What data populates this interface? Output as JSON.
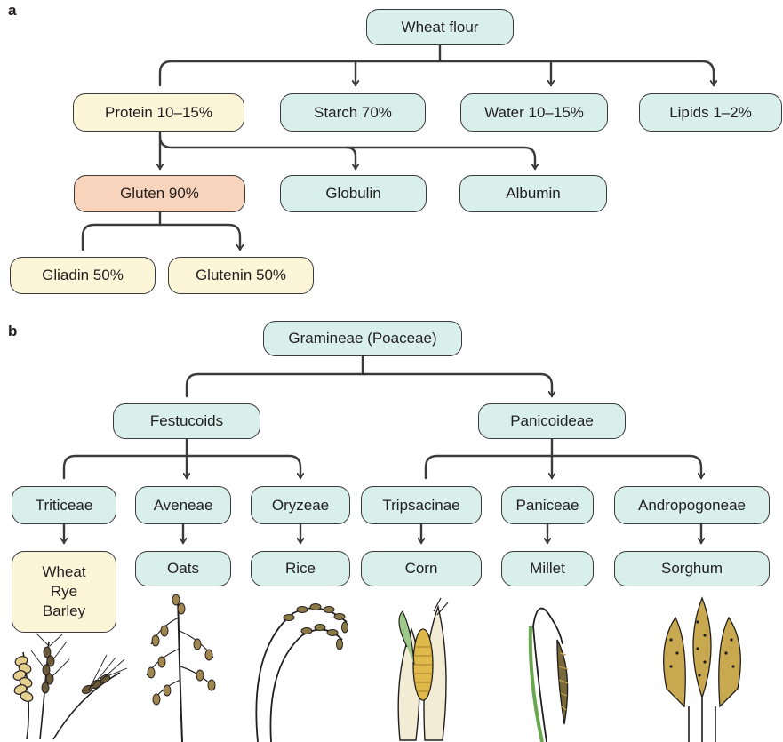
{
  "panel_a": {
    "label": "a",
    "root": "Wheat flour",
    "level1": {
      "protein": "Protein 10–15%",
      "starch": "Starch 70%",
      "water": "Water 10–15%",
      "lipids": "Lipids 1–2%"
    },
    "level2": {
      "gluten": "Gluten 90%",
      "globulin": "Globulin",
      "albumin": "Albumin"
    },
    "level3": {
      "gliadin": "Gliadin 50%",
      "glutenin": "Glutenin 50%"
    }
  },
  "panel_b": {
    "label": "b",
    "root": "Gramineae (Poaceae)",
    "subfamilies": {
      "festucoids": "Festucoids",
      "panicoideae": "Panicoideae"
    },
    "tribes": {
      "triticeae": "Triticeae",
      "aveneae": "Aveneae",
      "oryzeae": "Oryzeae",
      "tripsacinae": "Tripsacinae",
      "paniceae": "Paniceae",
      "andropogoneae": "Andropogoneae"
    },
    "crops": {
      "wheat": "Wheat",
      "rye": "Rye",
      "barley": "Barley",
      "oats": "Oats",
      "rice": "Rice",
      "corn": "Corn",
      "millet": "Millet",
      "sorghum": "Sorghum"
    }
  },
  "colors": {
    "teal": "#d9efec",
    "cream": "#fdf5d8",
    "salmon": "#f9d4bd",
    "line": "#3a3a3a",
    "grain": "#c8a94f"
  }
}
